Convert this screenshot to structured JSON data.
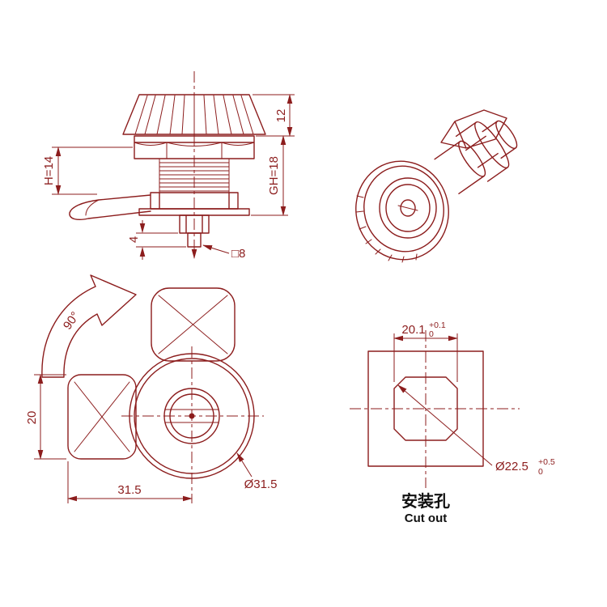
{
  "meta": {
    "ink_color": "#8c1d1d",
    "label_color": "#111111",
    "background": "#ffffff"
  },
  "side_view": {
    "dim_height_12": "12",
    "dim_grip_gh18": "GH=18",
    "dim_h14": "H=14",
    "dim_tip_4": "4",
    "dim_square_8": "□8"
  },
  "front_view": {
    "rotation_angle": "90°",
    "dim_cam_width_20": "20",
    "dim_center_315": "31.5",
    "dim_knob_dia": "Ø31.5"
  },
  "cutout_view": {
    "dim_width": "20.1",
    "dim_width_tol_upper": "+0.1",
    "dim_width_tol_lower": "0",
    "dim_dia": "Ø22.5",
    "dim_dia_tol_upper": "+0.5",
    "dim_dia_tol_lower": "0",
    "title_cn": "安装孔",
    "title_en": "Cut out"
  }
}
